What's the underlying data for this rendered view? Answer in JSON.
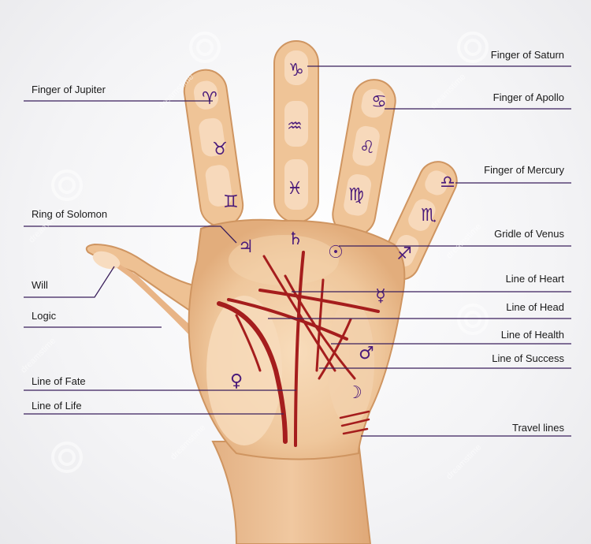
{
  "labels_left": {
    "finger_of_jupiter": "Finger of Jupiter",
    "ring_of_solomon": "Ring of Solomon",
    "will": "Will",
    "logic": "Logic",
    "line_of_fate": "Line of Fate",
    "line_of_life": "Line of Life"
  },
  "labels_right": {
    "finger_of_saturn": "Finger of Saturn",
    "finger_of_apollo": "Finger of Apollo",
    "finger_of_mercury": "Finger of Mercury",
    "gridle_of_venus": "Gridle of Venus",
    "line_of_heart": "Line of Heart",
    "line_of_head": "Line of Head",
    "line_of_health": "Line of Health",
    "line_of_success": "Line of Success",
    "travel_lines": "Travel lines"
  },
  "symbols": {
    "aries": "♈",
    "taurus": "♉",
    "gemini": "♊",
    "capricorn": "♑",
    "aquarius": "♒",
    "pisces": "♓",
    "cancer": "♋",
    "leo": "♌",
    "virgo": "♍",
    "libra": "♎",
    "scorpio": "♏",
    "sagittarius": "♐",
    "jupiter": "♃",
    "saturn": "♄",
    "sun": "☉",
    "mercury": "☿",
    "mars": "♂",
    "venus": "♀",
    "moon": "☽"
  },
  "watermark": "dreamstime",
  "colors": {
    "skin": "#e8b98a",
    "skin_light": "#f6d9b8",
    "skin_shadow": "#d49a66",
    "palm_lines": "#a51d1d",
    "symbols": "#4a1a7a",
    "leader_lines": "#3a1f5c"
  }
}
